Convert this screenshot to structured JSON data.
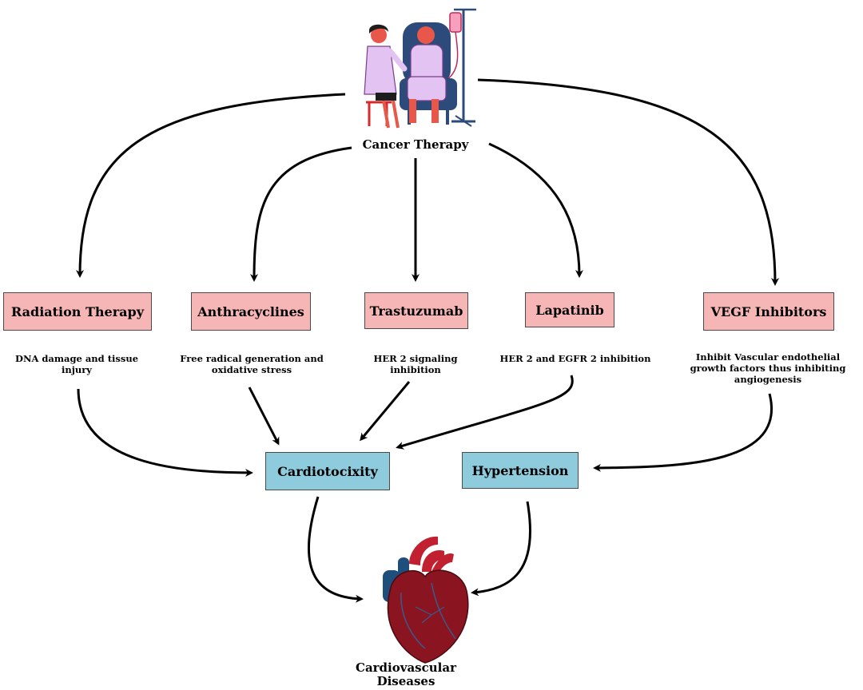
{
  "source": {
    "label": "Cancer Therapy"
  },
  "therapies": [
    {
      "label": "Radiation Therapy",
      "effect": "DNA damage and tissue injury"
    },
    {
      "label": "Anthracyclines",
      "effect": "Free radical generation and oxidative stress"
    },
    {
      "label": "Trastuzumab",
      "effect": "HER 2 signaling inhibition"
    },
    {
      "label": "Lapatinib",
      "effect": "HER 2 and EGFR 2 inhibition"
    },
    {
      "label": "VEGF Inhibitors",
      "effect": "Inhibit Vascular endothelial growth factors thus inhibiting angiogenesis"
    }
  ],
  "outcomes": [
    {
      "label": "Cardiotocixity"
    },
    {
      "label": "Hypertension"
    }
  ],
  "result": {
    "label": "Cardiovascular Diseases"
  },
  "icons": {
    "top": "doctor-patient-iv-icon",
    "bottom": "heart-icon"
  },
  "colors": {
    "therapy_box": "#f7b6b6",
    "outcome_box": "#8ecbdc",
    "arrow": "#000000"
  }
}
